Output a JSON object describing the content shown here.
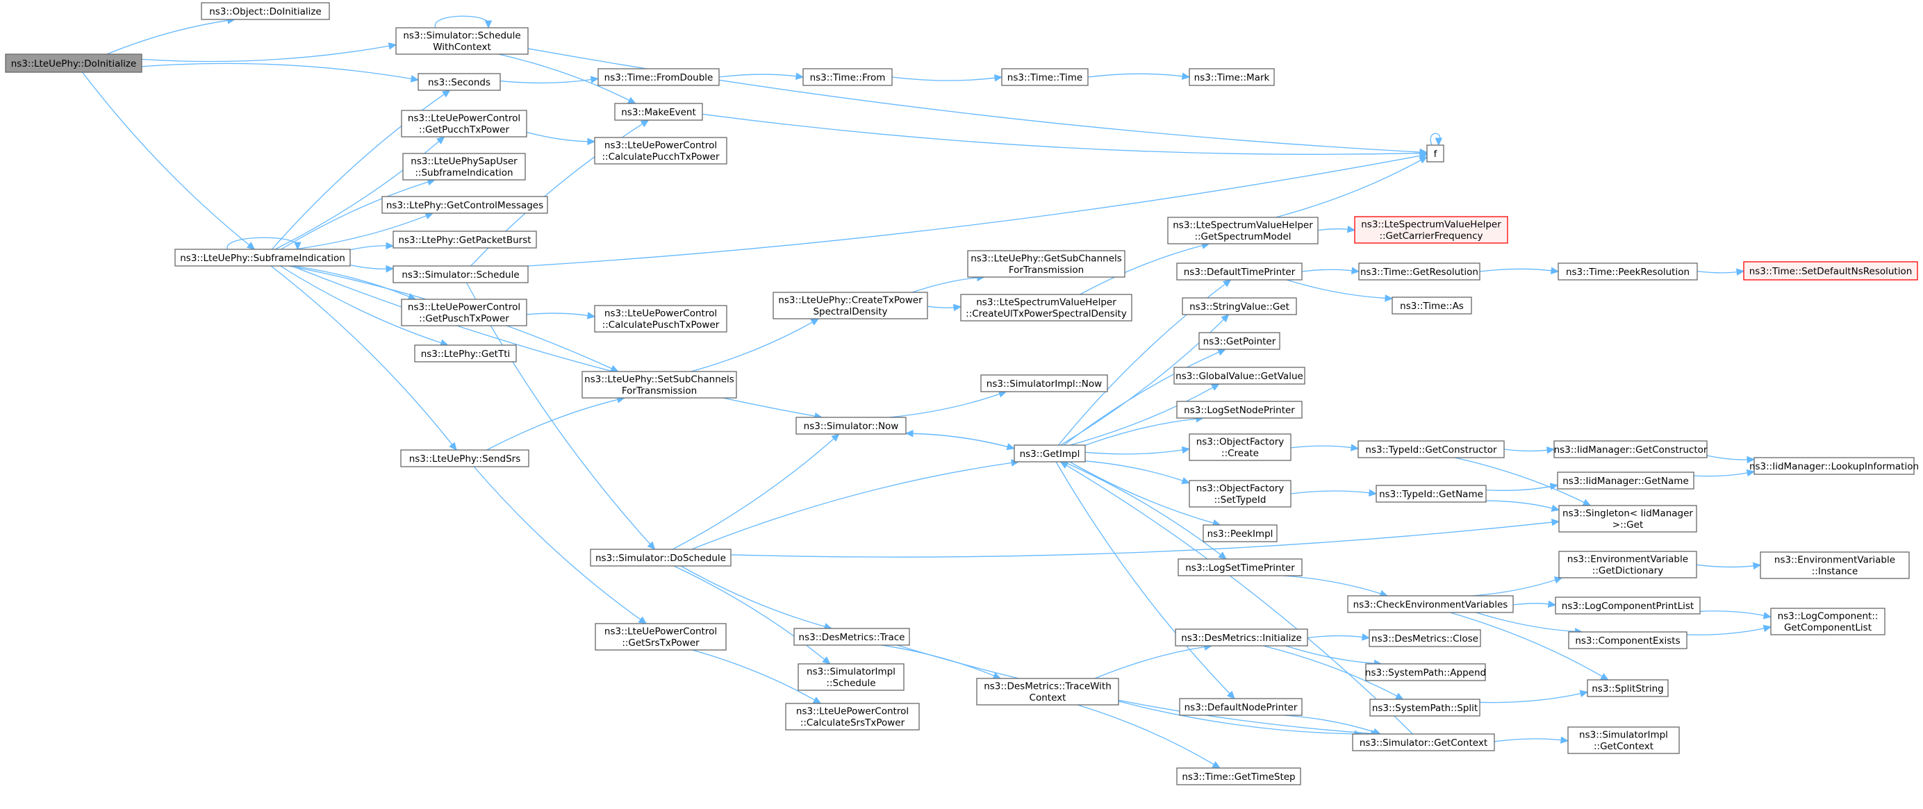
{
  "colors": {
    "edge": "#63b8ff",
    "root_fill": "#999999",
    "node_border": "#666666",
    "missing_border": "#ff0000",
    "missing_fill": "#fff0f0"
  },
  "nodes": [
    {
      "id": "root",
      "lines": [
        "ns3::LteUePhy::DoInitialize"
      ]
    },
    {
      "id": "objinit",
      "lines": [
        "ns3::Object::DoInitialize"
      ]
    },
    {
      "id": "schedctx",
      "lines": [
        "ns3::Simulator::Schedule",
        "WithContext"
      ]
    },
    {
      "id": "seconds",
      "lines": [
        "ns3::Seconds"
      ]
    },
    {
      "id": "fromdouble",
      "lines": [
        "ns3::Time::FromDouble"
      ]
    },
    {
      "id": "timefrom",
      "lines": [
        "ns3::Time::From"
      ]
    },
    {
      "id": "timetime",
      "lines": [
        "ns3::Time::Time"
      ]
    },
    {
      "id": "timemark",
      "lines": [
        "ns3::Time::Mark"
      ]
    },
    {
      "id": "makeevent",
      "lines": [
        "ns3::MakeEvent"
      ]
    },
    {
      "id": "f",
      "lines": [
        "f"
      ]
    },
    {
      "id": "getpucch",
      "lines": [
        "ns3::LteUePowerControl",
        "::GetPucchTxPower"
      ]
    },
    {
      "id": "calcpucch",
      "lines": [
        "ns3::LteUePowerControl",
        "::CalculatePucchTxPower"
      ]
    },
    {
      "id": "sapuser",
      "lines": [
        "ns3::LteUePhySapUser",
        "::SubframeIndication"
      ]
    },
    {
      "id": "getctrlmsg",
      "lines": [
        "ns3::LtePhy::GetControlMessages"
      ]
    },
    {
      "id": "getpktburst",
      "lines": [
        "ns3::LtePhy::GetPacketBurst"
      ]
    },
    {
      "id": "subframe",
      "lines": [
        "ns3::LteUePhy::SubframeIndication"
      ]
    },
    {
      "id": "schedule",
      "lines": [
        "ns3::Simulator::Schedule"
      ]
    },
    {
      "id": "getpusch",
      "lines": [
        "ns3::LteUePowerControl",
        "::GetPuschTxPower"
      ]
    },
    {
      "id": "calcpusch",
      "lines": [
        "ns3::LteUePowerControl",
        "::CalculatePuschTxPower"
      ]
    },
    {
      "id": "gettti",
      "lines": [
        "ns3::LtePhy::GetTti"
      ]
    },
    {
      "id": "setsubch",
      "lines": [
        "ns3::LteUePhy::SetSubChannels",
        "ForTransmission"
      ]
    },
    {
      "id": "sendsrs",
      "lines": [
        "ns3::LteUePhy::SendSrs"
      ]
    },
    {
      "id": "getsrs",
      "lines": [
        "ns3::LteUePowerControl",
        "::GetSrsTxPower"
      ]
    },
    {
      "id": "calcsrs",
      "lines": [
        "ns3::LteUePowerControl",
        "::CalculateSrsTxPower"
      ]
    },
    {
      "id": "doschedule",
      "lines": [
        "ns3::Simulator::DoSchedule"
      ]
    },
    {
      "id": "destrace",
      "lines": [
        "ns3::DesMetrics::Trace"
      ]
    },
    {
      "id": "simimplsched",
      "lines": [
        "ns3::SimulatorImpl",
        "::Schedule"
      ]
    },
    {
      "id": "tracewith",
      "lines": [
        "ns3::DesMetrics::TraceWith",
        "Context"
      ]
    },
    {
      "id": "createtx",
      "lines": [
        "ns3::LteUePhy::CreateTxPower",
        "SpectralDensity"
      ]
    },
    {
      "id": "getsubchtx",
      "lines": [
        "ns3::LteUePhy::GetSubChannels",
        "ForTransmission"
      ]
    },
    {
      "id": "createul",
      "lines": [
        "ns3::LteSpectrumValueHelper",
        "::CreateUlTxPowerSpectralDensity"
      ]
    },
    {
      "id": "simimplnow",
      "lines": [
        "ns3::SimulatorImpl::Now"
      ]
    },
    {
      "id": "simnow",
      "lines": [
        "ns3::Simulator::Now"
      ]
    },
    {
      "id": "getimpl",
      "lines": [
        "ns3::GetImpl"
      ]
    },
    {
      "id": "getspecmodel",
      "lines": [
        "ns3::LteSpectrumValueHelper",
        "::GetSpectrumModel"
      ]
    },
    {
      "id": "getcarrier",
      "lines": [
        "ns3::LteSpectrumValueHelper",
        "::GetCarrierFrequency"
      ],
      "missing": true
    },
    {
      "id": "deftimeprinter",
      "lines": [
        "ns3::DefaultTimePrinter"
      ]
    },
    {
      "id": "getres",
      "lines": [
        "ns3::Time::GetResolution"
      ]
    },
    {
      "id": "peekres",
      "lines": [
        "ns3::Time::PeekResolution"
      ]
    },
    {
      "id": "setdefres",
      "lines": [
        "ns3::Time::SetDefaultNsResolution"
      ],
      "missing": true
    },
    {
      "id": "timeas",
      "lines": [
        "ns3::Time::As"
      ]
    },
    {
      "id": "strget",
      "lines": [
        "ns3::StringValue::Get"
      ]
    },
    {
      "id": "getpointer",
      "lines": [
        "ns3::GetPointer"
      ]
    },
    {
      "id": "globalget",
      "lines": [
        "ns3::GlobalValue::GetValue"
      ]
    },
    {
      "id": "lognodeprinter",
      "lines": [
        "ns3::LogSetNodePrinter"
      ]
    },
    {
      "id": "objfcreate",
      "lines": [
        "ns3::ObjectFactory",
        "::Create"
      ]
    },
    {
      "id": "getctor",
      "lines": [
        "ns3::TypeId::GetConstructor"
      ]
    },
    {
      "id": "iidgetctor",
      "lines": [
        "ns3::IidManager::GetConstructor"
      ]
    },
    {
      "id": "iidlookup",
      "lines": [
        "ns3::IidManager::LookupInformation"
      ]
    },
    {
      "id": "objfsettype",
      "lines": [
        "ns3::ObjectFactory",
        "::SetTypeId"
      ]
    },
    {
      "id": "typegetname",
      "lines": [
        "ns3::TypeId::GetName"
      ]
    },
    {
      "id": "iidgetname",
      "lines": [
        "ns3::IidManager::GetName"
      ]
    },
    {
      "id": "singleton",
      "lines": [
        "ns3::Singleton< IidManager",
        ">::Get"
      ]
    },
    {
      "id": "peekimpl",
      "lines": [
        "ns3::PeekImpl"
      ]
    },
    {
      "id": "logtimeprinter",
      "lines": [
        "ns3::LogSetTimePrinter"
      ]
    },
    {
      "id": "checkenv",
      "lines": [
        "ns3::CheckEnvironmentVariables"
      ]
    },
    {
      "id": "envgetdict",
      "lines": [
        "ns3::EnvironmentVariable",
        "::GetDictionary"
      ]
    },
    {
      "id": "envinstance",
      "lines": [
        "ns3::EnvironmentVariable",
        "::Instance"
      ]
    },
    {
      "id": "logprintlist",
      "lines": [
        "ns3::LogComponentPrintList"
      ]
    },
    {
      "id": "logcomplist",
      "lines": [
        "ns3::LogComponent::",
        "GetComponentList"
      ]
    },
    {
      "id": "compexists",
      "lines": [
        "ns3::ComponentExists"
      ]
    },
    {
      "id": "splitstring",
      "lines": [
        "ns3::SplitString"
      ]
    },
    {
      "id": "desinit",
      "lines": [
        "ns3::DesMetrics::Initialize"
      ]
    },
    {
      "id": "desclose",
      "lines": [
        "ns3::DesMetrics::Close"
      ]
    },
    {
      "id": "sysappend",
      "lines": [
        "ns3::SystemPath::Append"
      ]
    },
    {
      "id": "syssplit",
      "lines": [
        "ns3::SystemPath::Split"
      ]
    },
    {
      "id": "defnodeprinter",
      "lines": [
        "ns3::DefaultNodePrinter"
      ]
    },
    {
      "id": "simgetctx",
      "lines": [
        "ns3::Simulator::GetContext"
      ]
    },
    {
      "id": "simimplgetctx",
      "lines": [
        "ns3::SimulatorImpl",
        "::GetContext"
      ]
    },
    {
      "id": "gettimestep",
      "lines": [
        "ns3::Time::GetTimeStep"
      ]
    }
  ],
  "edges": [
    [
      "root",
      "objinit"
    ],
    [
      "root",
      "schedctx"
    ],
    [
      "root",
      "seconds"
    ],
    [
      "root",
      "subframe"
    ],
    [
      "schedctx",
      "schedctx"
    ],
    [
      "schedctx",
      "f"
    ],
    [
      "schedctx",
      "makeevent"
    ],
    [
      "seconds",
      "fromdouble"
    ],
    [
      "fromdouble",
      "timefrom"
    ],
    [
      "timefrom",
      "timetime"
    ],
    [
      "timetime",
      "timemark"
    ],
    [
      "makeevent",
      "f"
    ],
    [
      "f",
      "f"
    ],
    [
      "subframe",
      "subframe"
    ],
    [
      "subframe",
      "seconds"
    ],
    [
      "subframe",
      "getpucch"
    ],
    [
      "subframe",
      "sapuser"
    ],
    [
      "subframe",
      "getctrlmsg"
    ],
    [
      "subframe",
      "getpktburst"
    ],
    [
      "subframe",
      "schedule"
    ],
    [
      "subframe",
      "getpusch"
    ],
    [
      "subframe",
      "gettti"
    ],
    [
      "subframe",
      "setsubch"
    ],
    [
      "subframe",
      "simnow"
    ],
    [
      "subframe",
      "sendsrs"
    ],
    [
      "getpucch",
      "calcpucch"
    ],
    [
      "getpusch",
      "calcpusch"
    ],
    [
      "schedule",
      "f"
    ],
    [
      "schedule",
      "makeevent"
    ],
    [
      "schedule",
      "doschedule"
    ],
    [
      "sendsrs",
      "setsubch"
    ],
    [
      "sendsrs",
      "getsrs"
    ],
    [
      "getsrs",
      "calcsrs"
    ],
    [
      "setsubch",
      "createtx"
    ],
    [
      "createtx",
      "getsubchtx"
    ],
    [
      "createtx",
      "createul"
    ],
    [
      "createul",
      "getspecmodel"
    ],
    [
      "getspecmodel",
      "f"
    ],
    [
      "getspecmodel",
      "getcarrier"
    ],
    [
      "simnow",
      "simimplnow"
    ],
    [
      "simnow",
      "getimpl"
    ],
    [
      "doschedule",
      "simnow"
    ],
    [
      "doschedule",
      "getimpl"
    ],
    [
      "doschedule",
      "destrace"
    ],
    [
      "doschedule",
      "simimplsched"
    ],
    [
      "doschedule",
      "singleton"
    ],
    [
      "destrace",
      "tracewith"
    ],
    [
      "destrace",
      "simgetctx"
    ],
    [
      "tracewith",
      "desinit"
    ],
    [
      "tracewith",
      "simgetctx"
    ],
    [
      "tracewith",
      "gettimestep"
    ],
    [
      "getimpl",
      "simnow"
    ],
    [
      "getimpl",
      "deftimeprinter"
    ],
    [
      "getimpl",
      "strget"
    ],
    [
      "getimpl",
      "getpointer"
    ],
    [
      "getimpl",
      "globalget"
    ],
    [
      "getimpl",
      "lognodeprinter"
    ],
    [
      "getimpl",
      "objfcreate"
    ],
    [
      "getimpl",
      "objfsettype"
    ],
    [
      "getimpl",
      "peekimpl"
    ],
    [
      "getimpl",
      "logtimeprinter"
    ],
    [
      "getimpl",
      "defnodeprinter"
    ],
    [
      "deftimeprinter",
      "getres"
    ],
    [
      "deftimeprinter",
      "timeas"
    ],
    [
      "getres",
      "peekres"
    ],
    [
      "peekres",
      "setdefres"
    ],
    [
      "objfcreate",
      "getctor"
    ],
    [
      "getctor",
      "iidgetctor"
    ],
    [
      "getctor",
      "singleton"
    ],
    [
      "iidgetctor",
      "iidlookup"
    ],
    [
      "objfsettype",
      "typegetname"
    ],
    [
      "typegetname",
      "iidgetname"
    ],
    [
      "typegetname",
      "singleton"
    ],
    [
      "iidgetname",
      "iidlookup"
    ],
    [
      "logtimeprinter",
      "checkenv"
    ],
    [
      "checkenv",
      "envgetdict"
    ],
    [
      "checkenv",
      "logprintlist"
    ],
    [
      "checkenv",
      "compexists"
    ],
    [
      "checkenv",
      "splitstring"
    ],
    [
      "envgetdict",
      "envinstance"
    ],
    [
      "logprintlist",
      "logcomplist"
    ],
    [
      "compexists",
      "logcomplist"
    ],
    [
      "desinit",
      "desclose"
    ],
    [
      "desinit",
      "sysappend"
    ],
    [
      "desinit",
      "syssplit"
    ],
    [
      "syssplit",
      "splitstring"
    ],
    [
      "defnodeprinter",
      "simgetctx"
    ],
    [
      "simgetctx",
      "getimpl"
    ],
    [
      "simgetctx",
      "simimplgetctx"
    ]
  ]
}
